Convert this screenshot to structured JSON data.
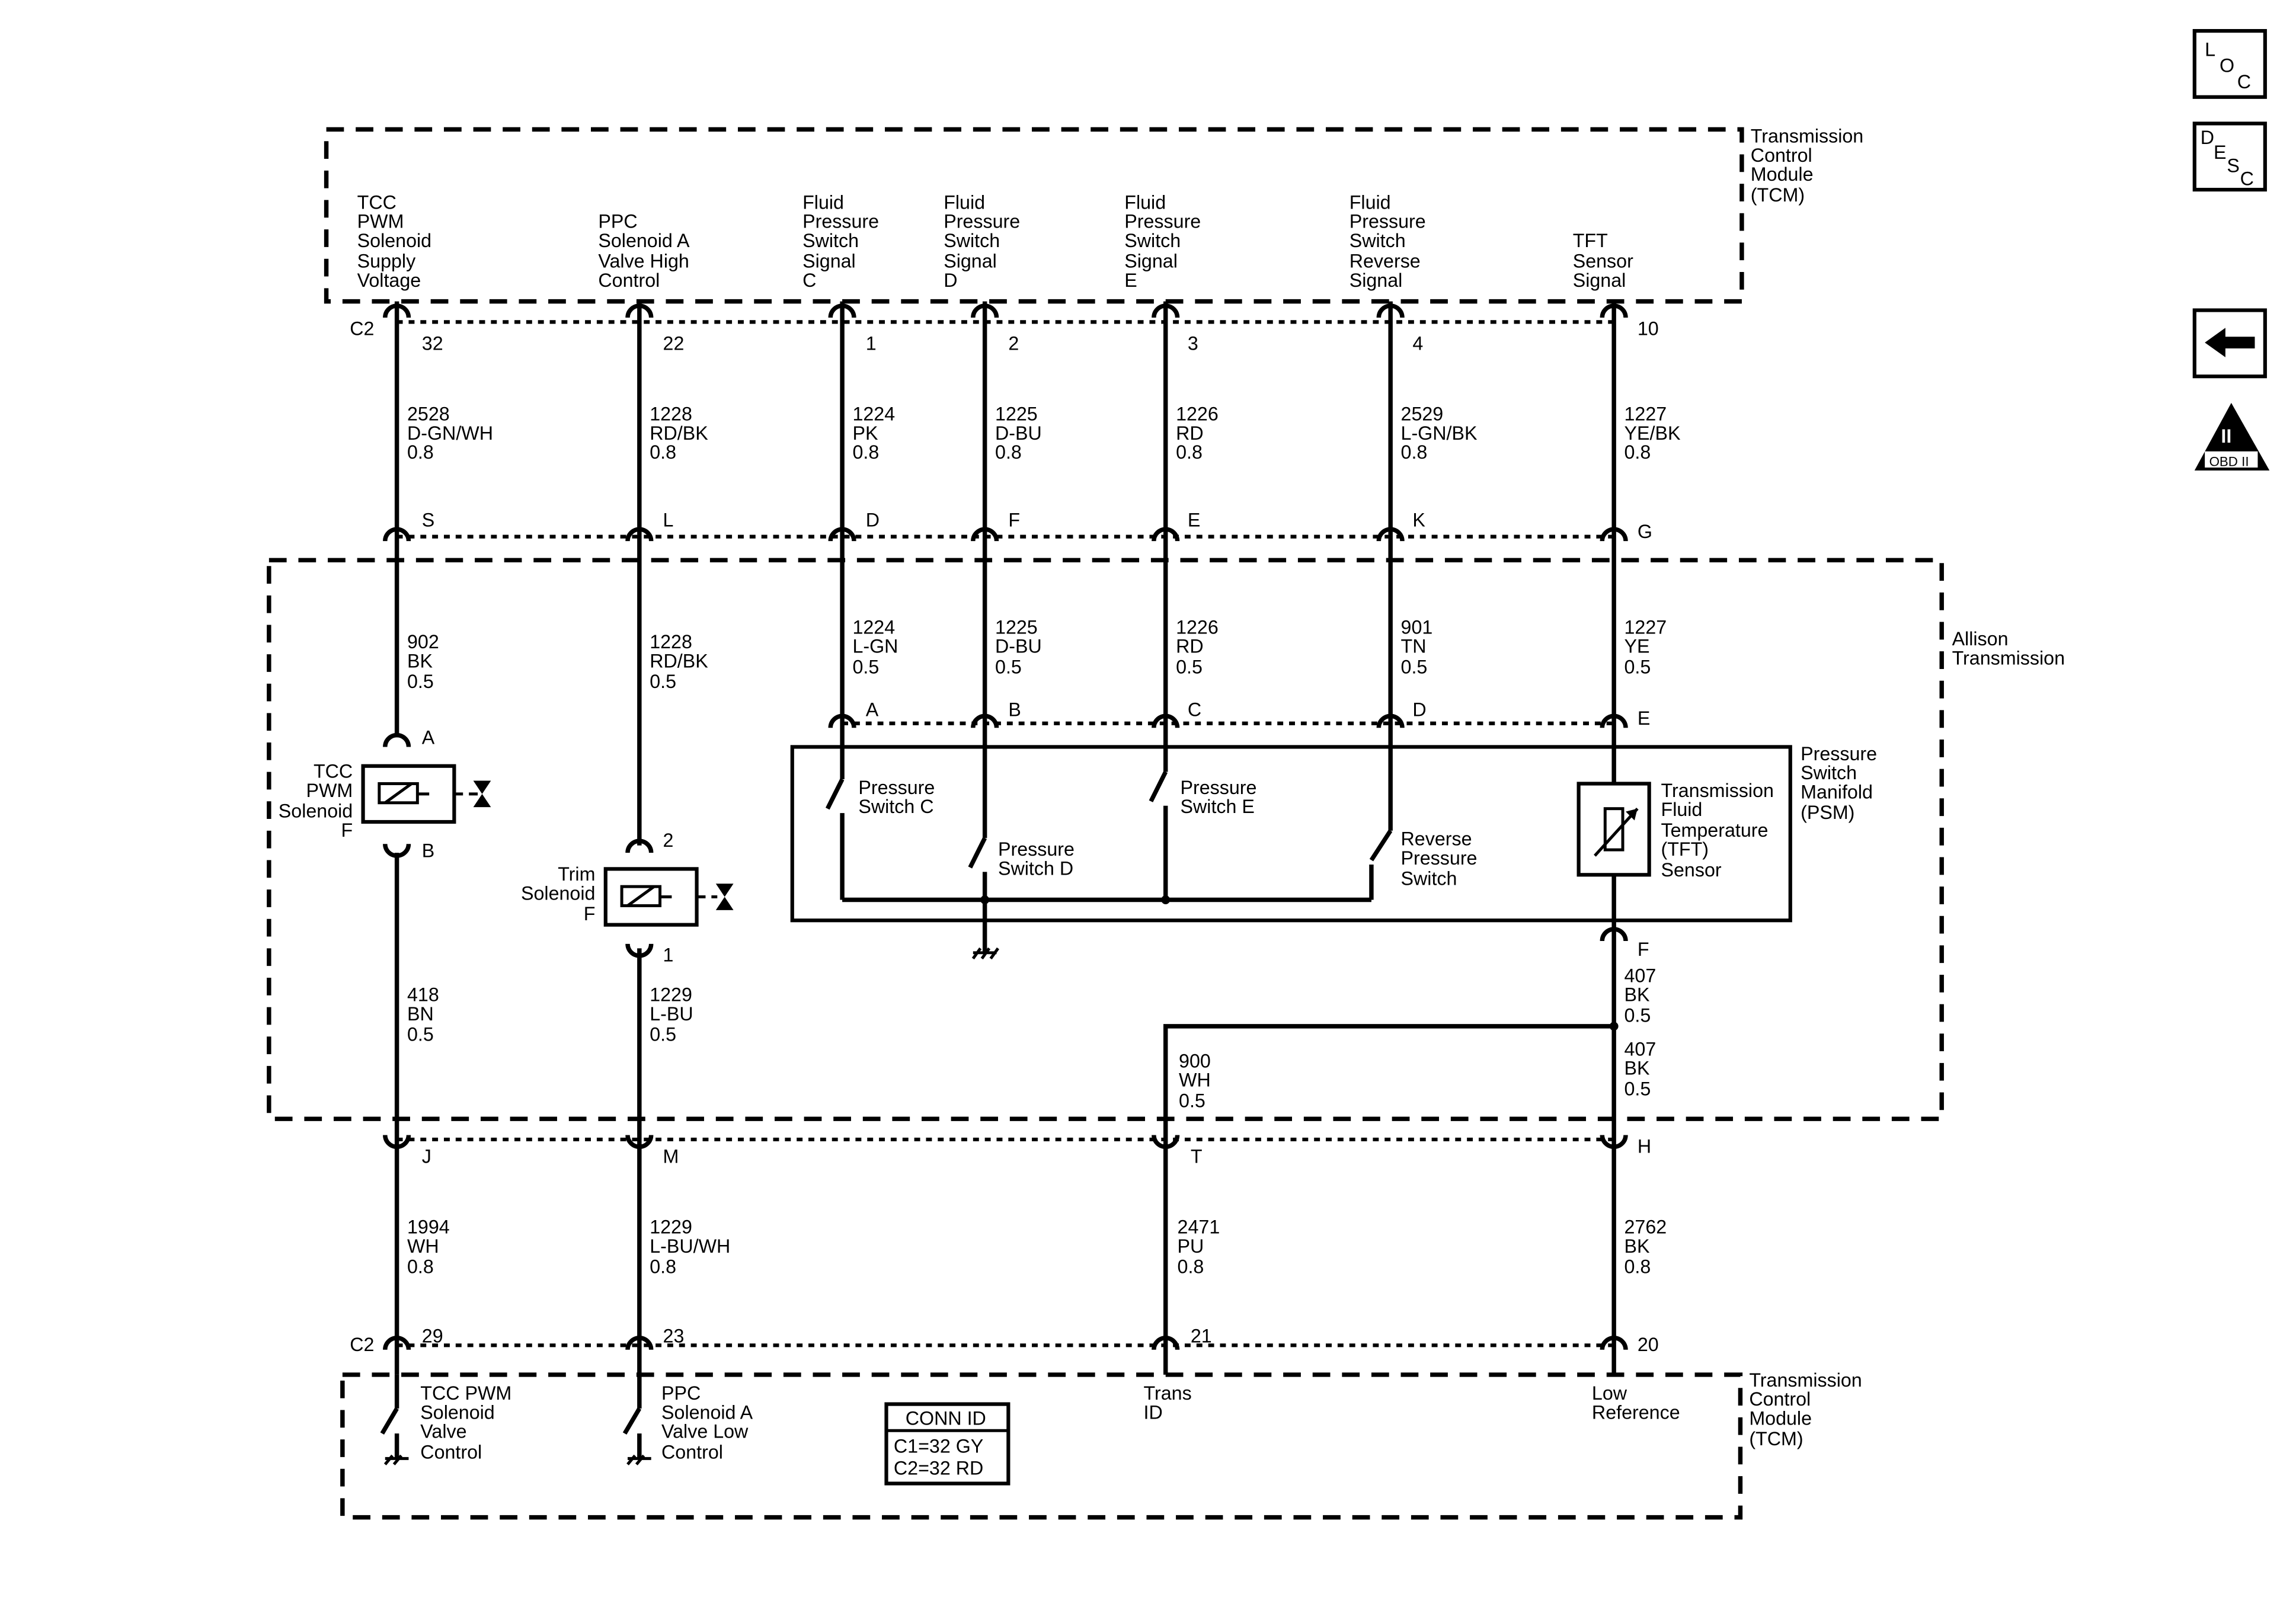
{
  "nav": {
    "loc": [
      "L",
      "O",
      "C"
    ],
    "desc": [
      "D",
      "E",
      "S",
      "C"
    ],
    "obd_numeral": "II",
    "obd_label": "OBD II"
  },
  "modules": {
    "tcm_top": [
      "Transmission",
      "Control",
      "Module",
      "(TCM)"
    ],
    "tcm_bottom": [
      "Transmission",
      "Control",
      "Module",
      "(TCM)"
    ],
    "allison": [
      "Allison",
      "Transmission"
    ],
    "psm": [
      "Pressure",
      "Switch",
      "Manifold",
      "(PSM)"
    ]
  },
  "connectors": {
    "c2_top": "C2",
    "c2_bottom": "C2"
  },
  "top_signals": [
    {
      "id": "tcc",
      "label": [
        "TCC",
        "PWM",
        "Solenoid",
        "Supply",
        "Voltage"
      ],
      "pin": "32",
      "wire": [
        "2528",
        "D-GN/WH",
        "0.8"
      ],
      "inline_pin": "S",
      "inner_wire": [
        "902",
        "BK",
        "0.5"
      ]
    },
    {
      "id": "ppc",
      "label": [
        "PPC",
        "Solenoid A",
        "Valve High",
        "Control"
      ],
      "pin": "22",
      "wire": [
        "1228",
        "RD/BK",
        "0.8"
      ],
      "inline_pin": "L",
      "inner_wire": [
        "1228",
        "RD/BK",
        "0.5"
      ]
    },
    {
      "id": "fpc",
      "label": [
        "Fluid",
        "Pressure",
        "Switch",
        "Signal",
        "C"
      ],
      "pin": "1",
      "wire": [
        "1224",
        "PK",
        "0.8"
      ],
      "inline_pin": "D",
      "inner_wire": [
        "1224",
        "L-GN",
        "0.5"
      ],
      "psm_pin": "A"
    },
    {
      "id": "fpd",
      "label": [
        "Fluid",
        "Pressure",
        "Switch",
        "Signal",
        "D"
      ],
      "pin": "2",
      "wire": [
        "1225",
        "D-BU",
        "0.8"
      ],
      "inline_pin": "F",
      "inner_wire": [
        "1225",
        "D-BU",
        "0.5"
      ],
      "psm_pin": "B"
    },
    {
      "id": "fpe",
      "label": [
        "Fluid",
        "Pressure",
        "Switch",
        "Signal",
        "E"
      ],
      "pin": "3",
      "wire": [
        "1226",
        "RD",
        "0.8"
      ],
      "inline_pin": "E",
      "inner_wire": [
        "1226",
        "RD",
        "0.5"
      ],
      "psm_pin": "C"
    },
    {
      "id": "fpr",
      "label": [
        "Fluid",
        "Pressure",
        "Switch",
        "Reverse",
        "Signal"
      ],
      "pin": "4",
      "wire": [
        "2529",
        "L-GN/BK",
        "0.8"
      ],
      "inline_pin": "K",
      "inner_wire": [
        "901",
        "TN",
        "0.5"
      ],
      "psm_pin": "D"
    },
    {
      "id": "tft",
      "label": [
        "TFT",
        "Sensor",
        "Signal"
      ],
      "pin": "10",
      "wire": [
        "1227",
        "YE/BK",
        "0.8"
      ],
      "inline_pin": "G",
      "inner_wire": [
        "1227",
        "YE",
        "0.5"
      ],
      "psm_pin": "E"
    }
  ],
  "components": {
    "tcc_solenoid": {
      "label": [
        "TCC",
        "PWM",
        "Solenoid",
        "F"
      ],
      "pin_top": "A",
      "pin_bottom": "B"
    },
    "trim_solenoid": {
      "label": [
        "Trim",
        "Solenoid",
        "F"
      ],
      "pin_top": "2",
      "pin_bottom": "1"
    },
    "switch_c": [
      "Pressure",
      "Switch C"
    ],
    "switch_d": [
      "Pressure",
      "Switch D"
    ],
    "switch_e": [
      "Pressure",
      "Switch E"
    ],
    "switch_rev": [
      "Reverse",
      "Pressure",
      "Switch"
    ],
    "tft_sensor": [
      "Transmission",
      "Fluid",
      "Temperature",
      "(TFT)",
      "Sensor"
    ],
    "psm_pin_f": "F"
  },
  "lower_wires": {
    "tcc": [
      "418",
      "BN",
      "0.5"
    ],
    "trim": [
      "1229",
      "L-BU",
      "0.5"
    ],
    "bk_upper": [
      "407",
      "BK",
      "0.5"
    ],
    "bk_lower": [
      "407",
      "BK",
      "0.5"
    ],
    "wh": [
      "900",
      "WH",
      "0.5"
    ]
  },
  "bottom_signals": [
    {
      "id": "tccv",
      "inline_pin": "J",
      "wire": [
        "1994",
        "WH",
        "0.8"
      ],
      "pin": "29",
      "label": [
        "TCC PWM",
        "Solenoid",
        "Valve",
        "Control"
      ]
    },
    {
      "id": "ppcl",
      "inline_pin": "M",
      "wire": [
        "1229",
        "L-BU/WH",
        "0.8"
      ],
      "pin": "23",
      "label": [
        "PPC",
        "Solenoid A",
        "Valve Low",
        "Control"
      ]
    },
    {
      "id": "tid",
      "inline_pin": "T",
      "wire": [
        "2471",
        "PU",
        "0.8"
      ],
      "pin": "21",
      "label": [
        "Trans",
        "ID"
      ]
    },
    {
      "id": "lref",
      "inline_pin": "H",
      "wire": [
        "2762",
        "BK",
        "0.8"
      ],
      "pin": "20",
      "label": [
        "Low",
        "Reference"
      ]
    }
  ],
  "conn_id": {
    "title": "CONN ID",
    "lines": [
      "C1=32 GY",
      "C2=32 RD"
    ]
  }
}
